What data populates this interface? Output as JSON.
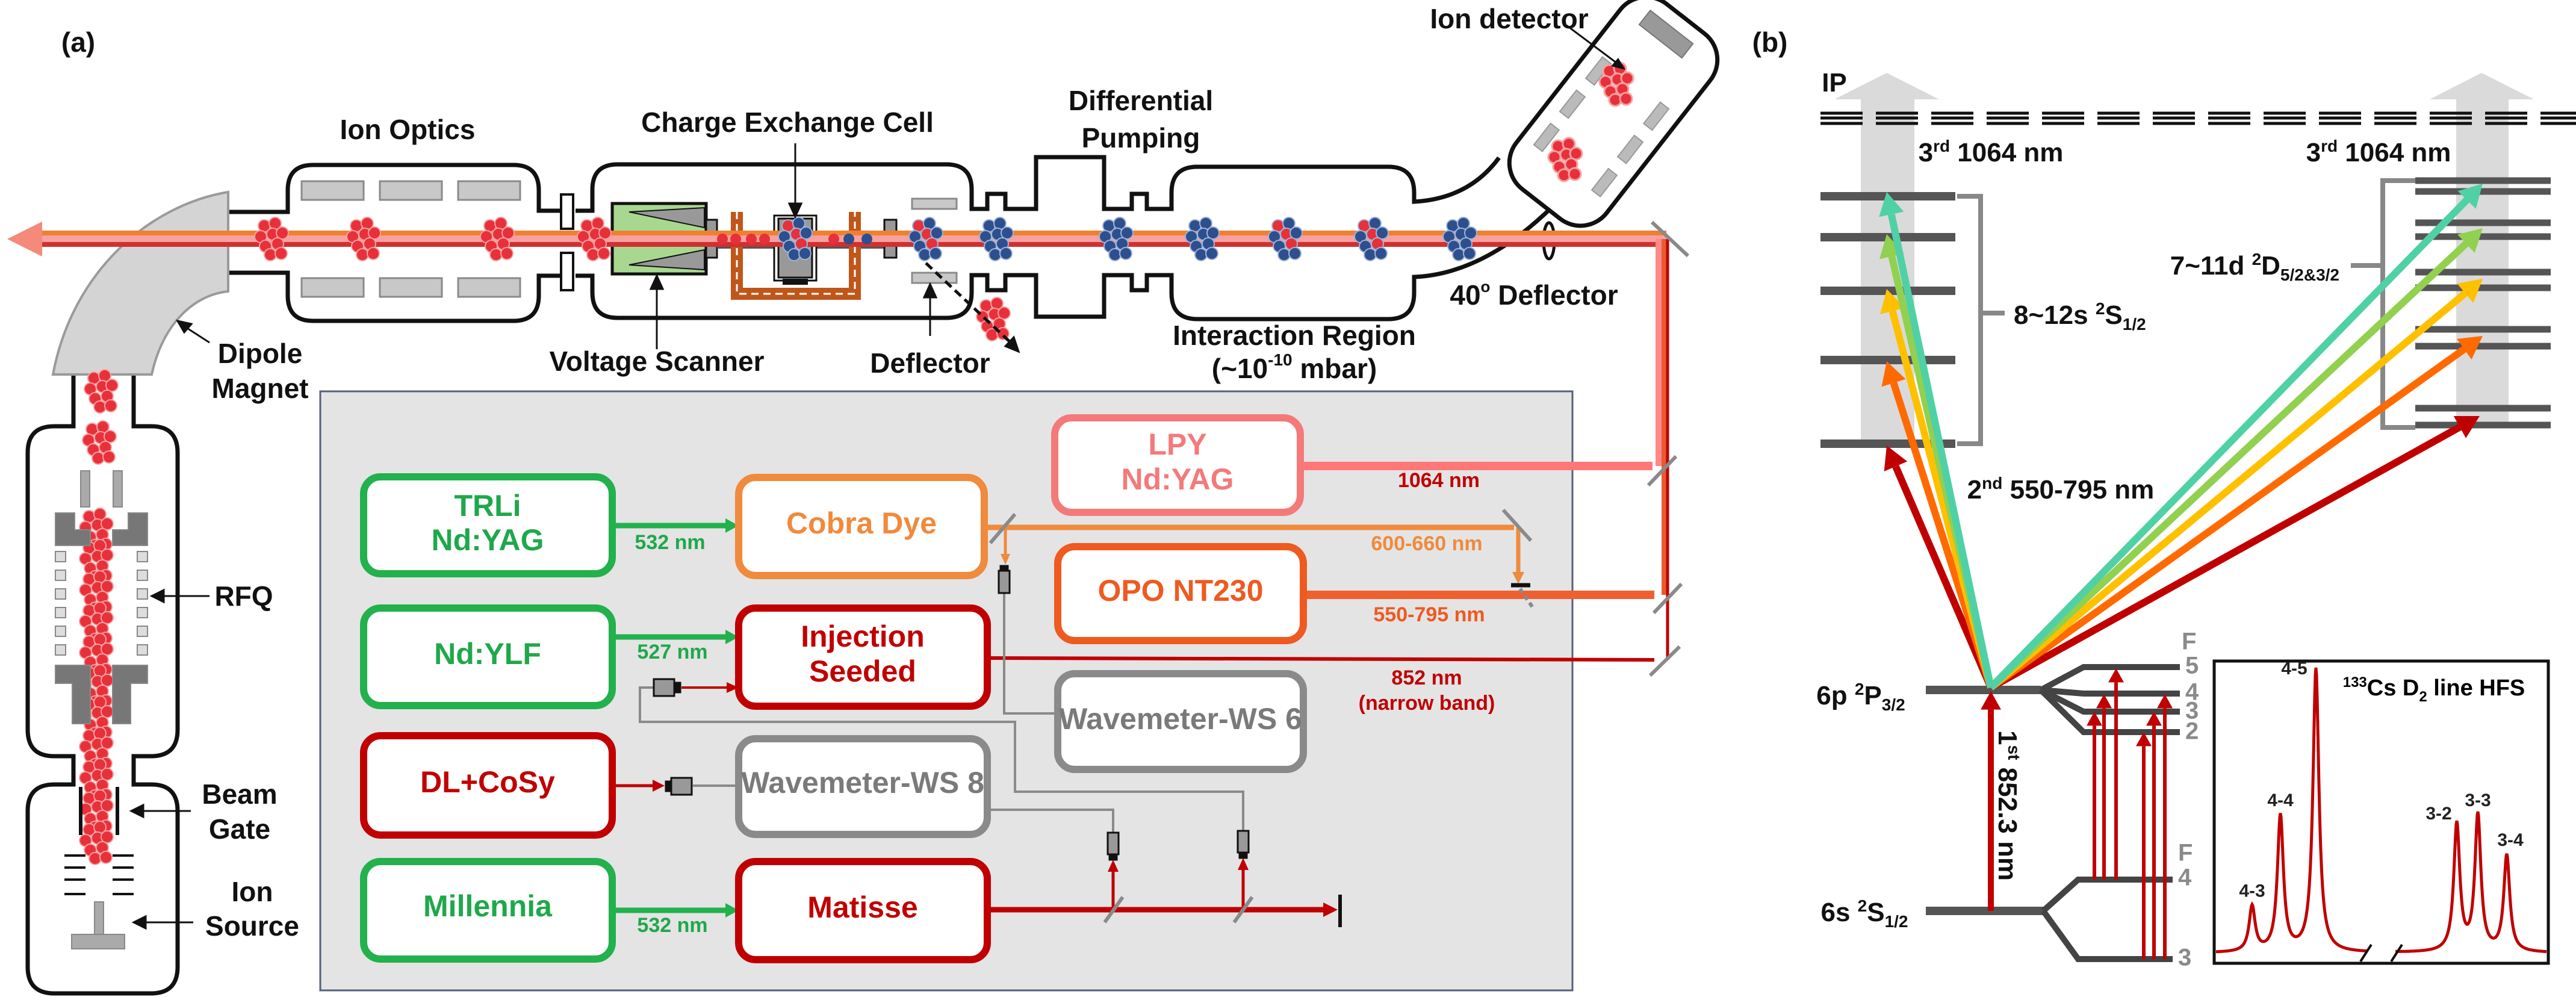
{
  "panel_a": {
    "label": "(a)",
    "beamline": {
      "ion_optics": "Ion Optics",
      "charge_exchange_cell": "Charge Exchange Cell",
      "differential_pumping": [
        "Differential",
        "Pumping"
      ],
      "ion_detector": "Ion detector",
      "dipole_magnet": [
        "Dipole",
        "Magnet"
      ],
      "voltage_scanner": "Voltage Scanner",
      "deflector": "Deflector",
      "interaction_region": "Interaction Region",
      "pressure": {
        "prefix": "(~10",
        "exp": "-10",
        "suffix": " mbar)"
      },
      "deflector_40": {
        "value": "40",
        "deg": "o",
        "suffix": " Deflector"
      },
      "rfq": "RFQ",
      "beam_gate": [
        "Beam",
        "Gate"
      ],
      "ion_source": [
        "Ion",
        "Source"
      ]
    },
    "lasers": {
      "trli": [
        "TRLi",
        "Nd:YAG"
      ],
      "nd_ylf": "Nd:YLF",
      "dl_cosy": "DL+CoSy",
      "millennia": "Millennia",
      "cobra": "Cobra Dye",
      "injection": [
        "Injection",
        "Seeded"
      ],
      "matisse": "Matisse",
      "lpy": [
        "LPY",
        "Nd:YAG"
      ],
      "opo": "OPO NT230",
      "ws6": "Wavemeter-WS 6",
      "ws8": "Wavemeter-WS 8"
    },
    "wavelengths": {
      "trli": "532 nm",
      "ylf": "527 nm",
      "millennia": "532 nm",
      "lpy": "1064 nm",
      "cobra": "600-660 nm",
      "opo": "550-795 nm",
      "injection": [
        "852 nm",
        "(narrow band)"
      ]
    },
    "colors": {
      "green": "#22b14c",
      "orange": "#f08a3c",
      "pink": "#f47a7a",
      "opo": "#ee5a20",
      "red": "#c00000",
      "gray": "#8a8a8a",
      "panel_bg": "#e4e4e4",
      "ion_red": "#e8303a",
      "ion_blue": "#2d4f8e"
    }
  },
  "panel_b": {
    "label": "(b)",
    "ip": "IP",
    "third_step": {
      "n": "3",
      "sup": "rd",
      "rest": " 1064 nm"
    },
    "second_step": {
      "n": "2",
      "sup": "nd",
      "rest": " 550-795 nm"
    },
    "first_step": {
      "n": "1",
      "sup": "st",
      "rest": " 852.3 nm"
    },
    "s_series": {
      "pre": "8~12s ",
      "sup": "2",
      "main": "S",
      "sub": "1/2"
    },
    "d_series": {
      "pre": "7~11d ",
      "sup": "2",
      "main": "D",
      "sub": "5/2&3/2"
    },
    "level_6p": {
      "pre": "6p ",
      "sup": "2",
      "main": "P",
      "sub": "3/2"
    },
    "level_6s": {
      "pre": "6s ",
      "sup": "2",
      "main": "S",
      "sub": "1/2"
    },
    "f_upper": [
      "F",
      "5",
      "4",
      "3",
      "2"
    ],
    "f_lower": [
      "F",
      "4",
      "3"
    ],
    "transition_colors": [
      "#c00000",
      "#ff6a00",
      "#ffc000",
      "#92d050",
      "#4fd1a5"
    ],
    "hfs_inset": {
      "title": {
        "sup": "133",
        "main": "Cs D",
        "sub": "2",
        "rest": " line HFS"
      },
      "peaks": [
        {
          "label": "4-3",
          "rel_intensity": 0.16
        },
        {
          "label": "4-4",
          "rel_intensity": 0.48
        },
        {
          "label": "4-5",
          "rel_intensity": 1.0
        },
        {
          "label": "3-2",
          "rel_intensity": 0.45
        },
        {
          "label": "3-3",
          "rel_intensity": 0.48
        },
        {
          "label": "3-4",
          "rel_intensity": 0.34
        }
      ],
      "line_color": "#c00000"
    }
  }
}
